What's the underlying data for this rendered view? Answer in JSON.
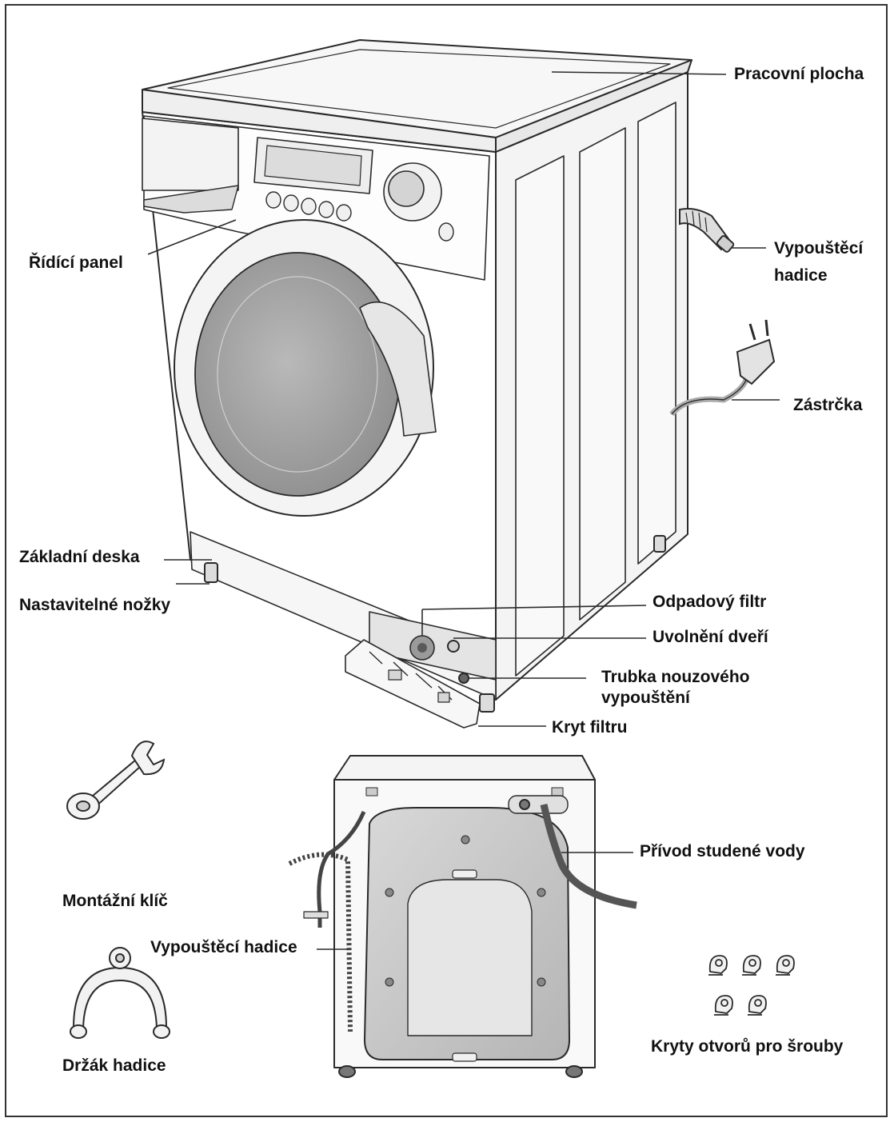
{
  "labels": {
    "worktop": "Pracovní plocha",
    "control_panel": "Řídící panel",
    "drain_hose_top_1": "Vypouštěcí",
    "drain_hose_top_2": "hadice",
    "plug": "Zástrčka",
    "base_plate": "Základní deska",
    "adjustable_feet": "Nastavitelné nožky",
    "waste_filter": "Odpadový filtr",
    "door_release": "Uvolnění dveří",
    "emergency_drain_1": "Trubka nouzového",
    "emergency_drain_2": "vypouštění",
    "filter_cover": "Kryt filtru",
    "cold_water_inlet": "Přívod studené vody",
    "spanner": "Montážní klíč",
    "drain_hose_back": "Vypouštěcí hadice",
    "hose_holder": "Držák hadice",
    "bolt_hole_covers": "Kryty otvorů pro šrouby"
  },
  "colors": {
    "line": "#2a2a2a",
    "door_glass": "#a9a9a9",
    "back_panel": "#c4c4c4",
    "hose": "#555555"
  }
}
